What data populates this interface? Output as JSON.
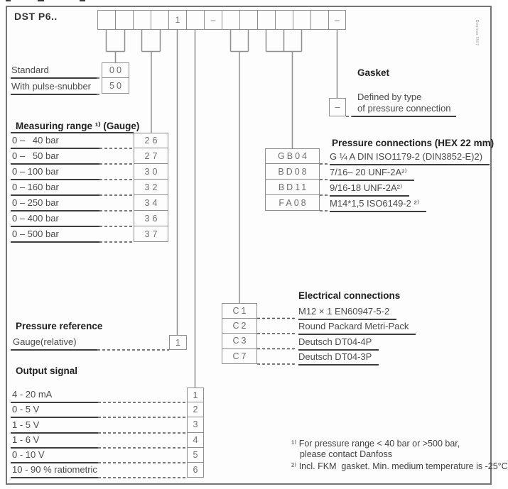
{
  "title": "DST P6..",
  "watermark": "Danfoss 5507",
  "top_row": {
    "cells": [
      "",
      "",
      "",
      "",
      "1",
      "",
      "–",
      "",
      "",
      "",
      "",
      "",
      "",
      "–"
    ]
  },
  "snubber": {
    "rows": [
      {
        "label": "Standard",
        "code": "00"
      },
      {
        "label": "With pulse-snubber",
        "code": "50"
      }
    ]
  },
  "measuring": {
    "heading": "Measuring range ¹⁾ (Gauge)",
    "rows": [
      {
        "label": "0 –   40 bar",
        "code": "26"
      },
      {
        "label": "0 –   50 bar",
        "code": "27"
      },
      {
        "label": "0 – 100 bar",
        "code": "30"
      },
      {
        "label": "0 – 160 bar",
        "code": "32"
      },
      {
        "label": "0 – 250 bar",
        "code": "34"
      },
      {
        "label": "0 – 400 bar",
        "code": "36"
      },
      {
        "label": "0 – 500 bar",
        "code": "37"
      }
    ]
  },
  "pressure_reference": {
    "heading": "Pressure reference",
    "rows": [
      {
        "label": "Gauge(relative)",
        "code": "1"
      }
    ]
  },
  "output_signal": {
    "heading": "Output signal",
    "rows": [
      {
        "label": "4 - 20 mA",
        "code": "1"
      },
      {
        "label": "0 - 5 V",
        "code": "2"
      },
      {
        "label": "1 - 5 V",
        "code": "3"
      },
      {
        "label": "1 - 6 V",
        "code": "4"
      },
      {
        "label": "0 - 10 V",
        "code": "5"
      },
      {
        "label": "10 - 90 % ratiometric",
        "code": "6"
      }
    ]
  },
  "electrical": {
    "heading": "Electrical connections",
    "rows": [
      {
        "code": "C1",
        "label": "M12 × 1 EN60947-5-2"
      },
      {
        "code": "C2",
        "label": "Round Packard Metri-Pack"
      },
      {
        "code": "C3",
        "label": "Deutsch DT04-4P"
      },
      {
        "code": "C7",
        "label": "Deutsch DT04-3P"
      }
    ]
  },
  "pressure_connections": {
    "heading": "Pressure connections (HEX 22 mm)",
    "rows": [
      {
        "code": "GB04",
        "label": "G ¼ A DIN ISO1179-2 (DIN3852-E)2)"
      },
      {
        "code": "BD08",
        "label": "7/16– 20 UNF-2A²⁾"
      },
      {
        "code": "BD11",
        "label": "9/16-18 UNF-2A²⁾"
      },
      {
        "code": "FA08",
        "label": "M14*1,5 ISO6149-2 ²⁾"
      }
    ]
  },
  "gasket": {
    "heading": "Gasket",
    "box": "–",
    "line1": "Defined by type",
    "line2": "of pressure connection"
  },
  "footnotes": {
    "line1": "¹⁾ For pressure range < 40 bar or >500 bar,",
    "line2": "please contact Danfoss",
    "line3": "²⁾ Incl. FKM  gasket. Min. medium temperature is -25°C"
  }
}
